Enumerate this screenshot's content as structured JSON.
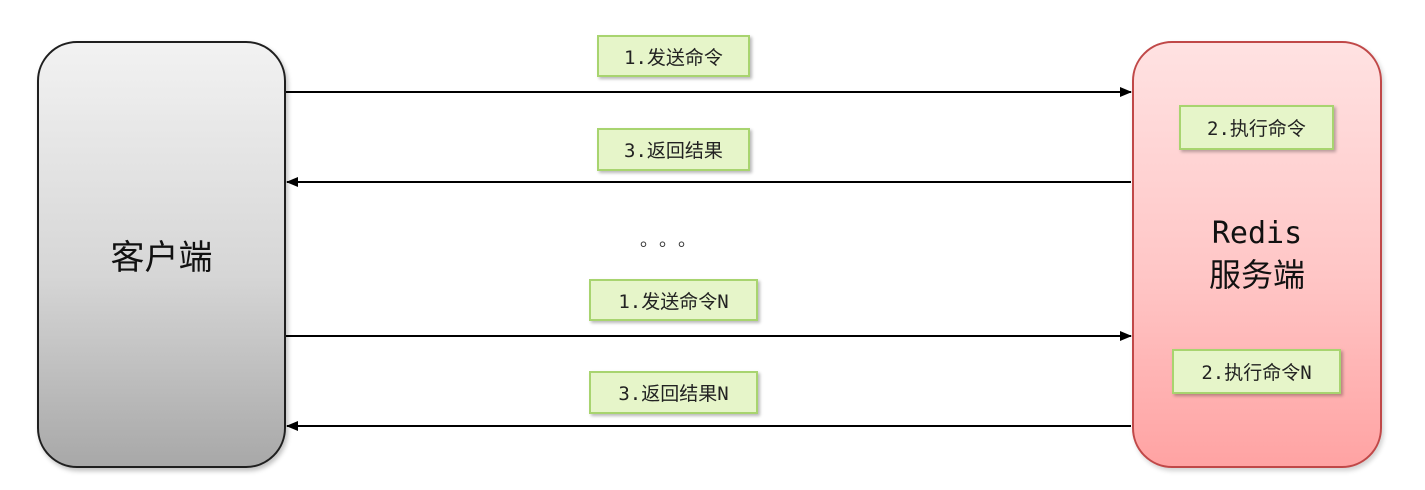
{
  "client": {
    "label": "客户端"
  },
  "server": {
    "label_line1": "Redis",
    "label_line2": "服务端"
  },
  "messages": {
    "send": "1.发送命令",
    "execute": "2.执行命令",
    "return": "3.返回结果",
    "ellipsis": "。。。",
    "send_n": "1.发送命令N",
    "execute_n": "2.执行命令N",
    "return_n": "3.返回结果N"
  }
}
